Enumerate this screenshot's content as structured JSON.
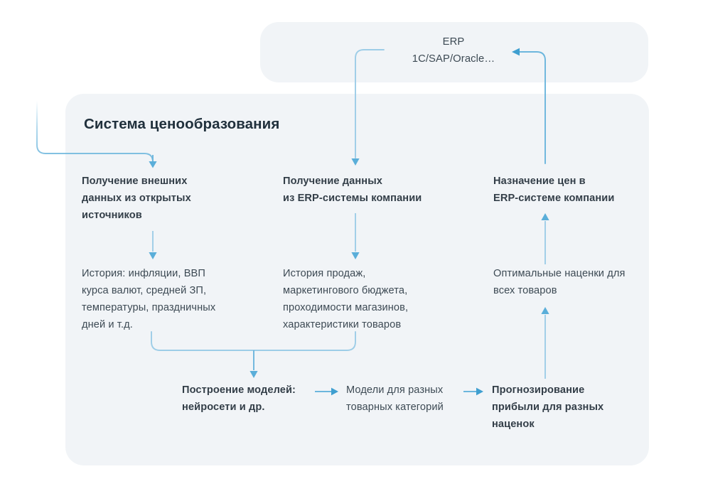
{
  "colors": {
    "panel_bg": "#f1f4f7",
    "page_bg": "#ffffff",
    "arrow": "#6cb6dd",
    "arrow_light": "#9dcde7",
    "text": "#3d4a54",
    "heading": "#20303c"
  },
  "erp": {
    "label": "ERP\n1C/SAP/Oracle…"
  },
  "system": {
    "title": "Система ценообразования",
    "columns": [
      {
        "id": "external-data",
        "heading": "Получение внешних\nданных из открытых\nисточников",
        "body": "История: инфляции, ВВП\nкурса валют, средней ЗП,\nтемпературы, праздничных\nдней и т.д."
      },
      {
        "id": "erp-data",
        "heading": "Получение данных\nиз ERP-системы компании",
        "body": "История продаж,\nмаркетингового бюджета,\nпроходимости магазинов,\nхарактеристики товаров"
      },
      {
        "id": "price-assignment",
        "heading": "Назначение цен в\nERP-системе компании",
        "body": "Оптимальные наценки для\nвсех товаров"
      }
    ],
    "bottom_row": [
      {
        "id": "model-building",
        "label": "Построение моделей:\nнейросети и др.",
        "bold": true
      },
      {
        "id": "category-models",
        "label": "Модели для разных\nтоварных категорий",
        "bold": false
      },
      {
        "id": "profit-forecast",
        "label": "Прогнозирование\nприбыли для разных\nнаценок",
        "bold": true
      }
    ]
  },
  "flow": {
    "edges": [
      {
        "from": "external-source",
        "to": "external-data",
        "kind": "curve-down-right"
      },
      {
        "from": "erp",
        "to": "erp-data",
        "kind": "curve-down"
      },
      {
        "from": "external-data",
        "to": "external-data-body",
        "kind": "straight-down"
      },
      {
        "from": "erp-data",
        "to": "erp-data-body",
        "kind": "straight-down"
      },
      {
        "from": "data-bodies",
        "to": "model-building",
        "kind": "merge-down"
      },
      {
        "from": "model-building",
        "to": "category-models",
        "kind": "straight-right"
      },
      {
        "from": "category-models",
        "to": "profit-forecast",
        "kind": "straight-right"
      },
      {
        "from": "profit-forecast",
        "to": "optimal-markups",
        "kind": "straight-up"
      },
      {
        "from": "optimal-markups",
        "to": "price-assignment",
        "kind": "straight-up"
      },
      {
        "from": "price-assignment",
        "to": "erp",
        "kind": "curve-up-left"
      }
    ]
  }
}
